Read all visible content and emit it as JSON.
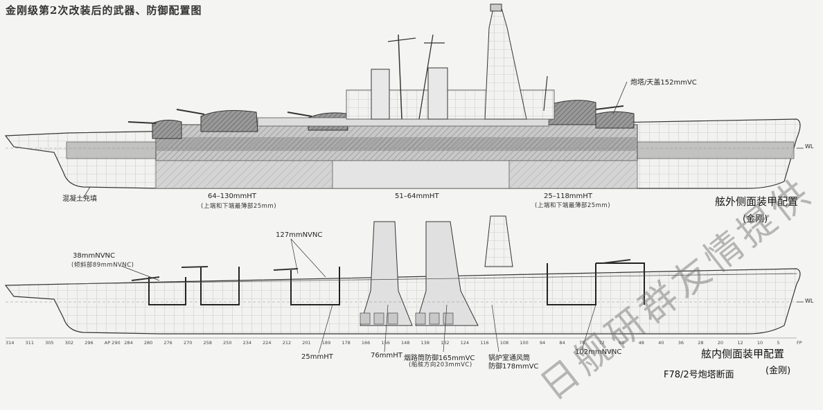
{
  "title": "金刚级第2次改装后的武器、防御配置图",
  "top_view": {
    "labels": {
      "turret_roof": "炮塔/天盖152mmVC",
      "concrete_fill": "混凝土充填",
      "belt_fore": "64–130mmHT",
      "belt_fore_note": "(上端和下端最薄部25mm)",
      "belt_mid": "51–64mmHT",
      "belt_aft": "25–118mmHT",
      "belt_aft_note": "(上端和下端最薄部25mm)",
      "wl": "WL"
    },
    "section_title": "舷外侧面装甲配置",
    "section_ship": "(金刚)"
  },
  "bottom_view": {
    "labels": {
      "armor_38": "38mmNVNC",
      "armor_38_note": "(倾斜部89mmNVNC)",
      "armor_127": "127mmNVNC",
      "armor_25": "25mmHT",
      "armor_76": "76mmHT",
      "funnel": "烟路筒防御165mmVC",
      "funnel_note": "(船舷方向203mmVC)",
      "boiler_vent_1": "锅炉室通风筒",
      "boiler_vent_2": "防御178mmVC",
      "armor_102": "102mmNVNC",
      "wl": "WL"
    },
    "frame_numbers": [
      "314",
      "311",
      "305",
      "302",
      "296",
      "AP 290",
      "284",
      "280",
      "276",
      "270",
      "258",
      "250",
      "234",
      "224",
      "212",
      "201",
      "189",
      "178",
      "166",
      "156",
      "148",
      "138",
      "132",
      "124",
      "116",
      "108",
      "100",
      "94",
      "84",
      "78",
      "72",
      "60",
      "48",
      "40",
      "36",
      "28",
      "20",
      "12",
      "10",
      "5",
      "FP"
    ],
    "section_title": "舷内侧面装甲配置",
    "section_ship": "(金刚)",
    "turret_note": "F78/2号炮塔断面"
  },
  "watermark": "日舰研群友情提供"
}
